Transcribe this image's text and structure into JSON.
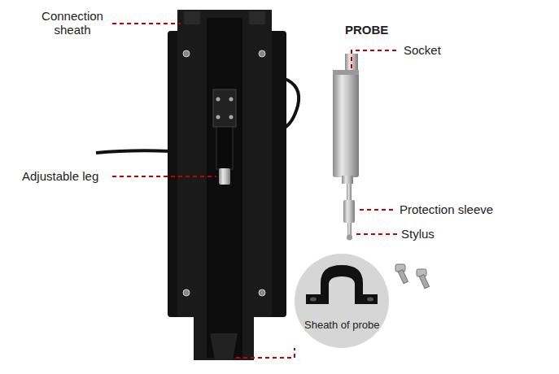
{
  "diagram": {
    "nodes": [
      {
        "text": [
          "Sheath of probe"
        ]
      }
    ],
    "labels": [
      "Connection sheath",
      "PROBE",
      "Socket",
      "Adjustable leg",
      "Protection sleeve",
      "Stylus"
    ]
  }
}
